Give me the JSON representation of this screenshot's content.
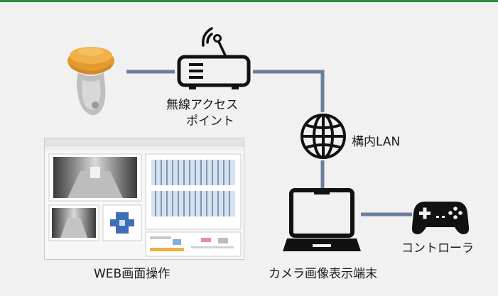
{
  "labels": {
    "access_point_line1": "無線アクセス",
    "access_point_line2": "ポイント",
    "network": "構内LAN",
    "controller": "コントローラ",
    "web_operation": "WEB画面操作",
    "terminal": "カメラ画像表示端末"
  },
  "colors": {
    "top_accent": "#2e8b3e",
    "background": "#f1f1f1",
    "connector": "#6b7e9c",
    "icon": "#111111",
    "camera_body": "#e8a33c"
  },
  "icons": {
    "camera": "dome-camera-icon",
    "router": "wireless-router-icon",
    "globe": "globe-icon",
    "laptop": "laptop-icon",
    "gamepad": "gamepad-icon"
  }
}
